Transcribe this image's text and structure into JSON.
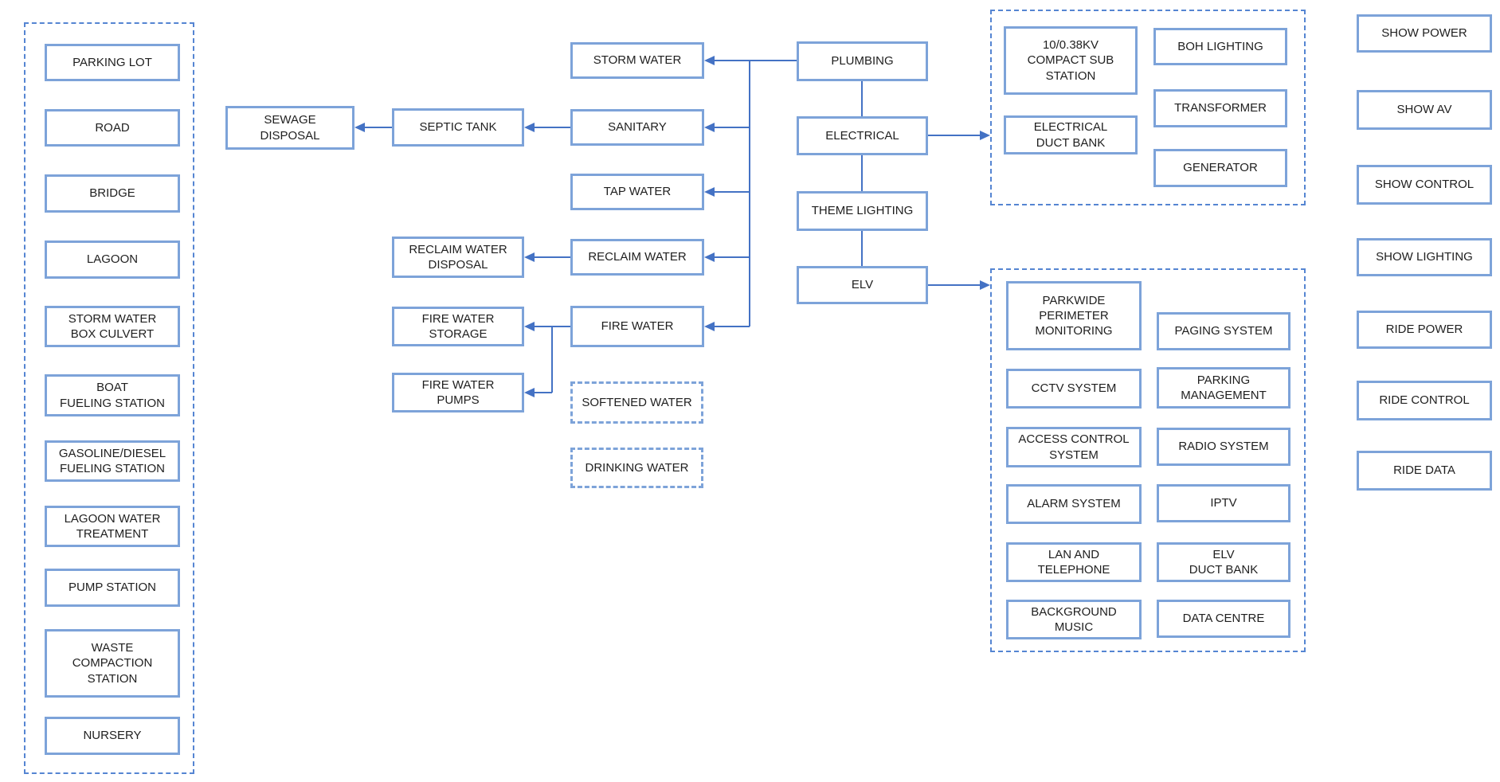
{
  "colors": {
    "box_border": "#7da3d9",
    "group_border": "#5585d2",
    "connector": "#4472c4",
    "text": "#1f1f1f",
    "background": "#ffffff"
  },
  "left_group": {
    "items": [
      "PARKING LOT",
      "ROAD",
      "BRIDGE",
      "LAGOON",
      "STORM WATER\nBOX CULVERT",
      "BOAT\nFUELING STATION",
      "GASOLINE/DIESEL\nFUELING STATION",
      "LAGOON WATER\nTREATMENT",
      "PUMP STATION",
      "WASTE\nCOMPACTION\nSTATION",
      "NURSERY"
    ]
  },
  "plumbing_chain": {
    "sewage_disposal": "SEWAGE\nDISPOSAL",
    "septic_tank": "SEPTIC TANK",
    "storm_water": "STORM WATER",
    "sanitary": "SANITARY",
    "tap_water": "TAP WATER",
    "reclaim_water_disposal": "RECLAIM WATER\nDISPOSAL",
    "reclaim_water": "RECLAIM WATER",
    "fire_water_storage": "FIRE WATER\nSTORAGE",
    "fire_water": "FIRE WATER",
    "fire_water_pumps": "FIRE WATER\nPUMPS",
    "softened_water": "SOFTENED WATER",
    "drinking_water": "DRINKING WATER"
  },
  "systems": {
    "plumbing": "PLUMBING",
    "electrical": "ELECTRICAL",
    "theme_lighting": "THEME LIGHTING",
    "elv": "ELV"
  },
  "electrical_group": {
    "items": [
      "10/0.38KV\nCOMPACT SUB\nSTATION",
      "ELECTRICAL\nDUCT BANK",
      "BOH LIGHTING",
      "TRANSFORMER",
      "GENERATOR"
    ]
  },
  "elv_group": {
    "items": [
      "PARKWIDE\nPERIMETER\nMONITORING",
      "PAGING SYSTEM",
      "CCTV SYSTEM",
      "PARKING\nMANAGEMENT",
      "ACCESS CONTROL\nSYSTEM",
      "RADIO SYSTEM",
      "ALARM SYSTEM",
      "IPTV",
      "LAN AND\nTELEPHONE",
      "ELV\nDUCT BANK",
      "BACKGROUND\nMUSIC",
      "DATA CENTRE"
    ]
  },
  "right_column": {
    "items": [
      "SHOW POWER",
      "SHOW AV",
      "SHOW CONTROL",
      "SHOW LIGHTING",
      "RIDE POWER",
      "RIDE CONTROL",
      "RIDE DATA"
    ]
  }
}
